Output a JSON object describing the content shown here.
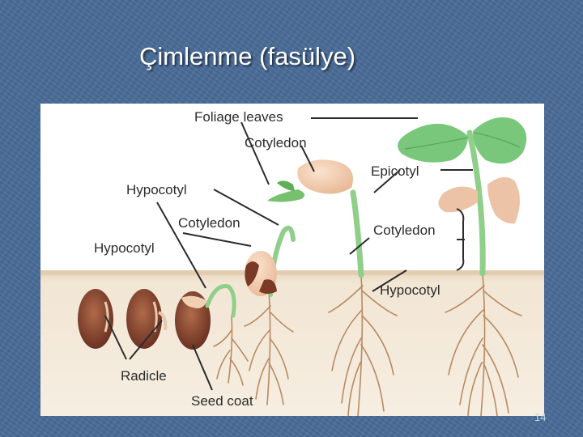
{
  "slide": {
    "title": "Çimlenme (fasülye)",
    "page_number": "14"
  },
  "diagram": {
    "labels": {
      "foliage_leaves": "Foliage leaves",
      "cotyledon_top": "Cotyledon",
      "epicotyl": "Epicotyl",
      "hypocotyl_upper": "Hypocotyl",
      "cotyledon_mid": "Cotyledon",
      "hypocotyl_lower": "Hypocotyl",
      "cotyledon_right": "Cotyledon",
      "hypocotyl_right": "Hypocotyl",
      "radicle": "Radicle",
      "seed_coat": "Seed coat"
    }
  }
}
